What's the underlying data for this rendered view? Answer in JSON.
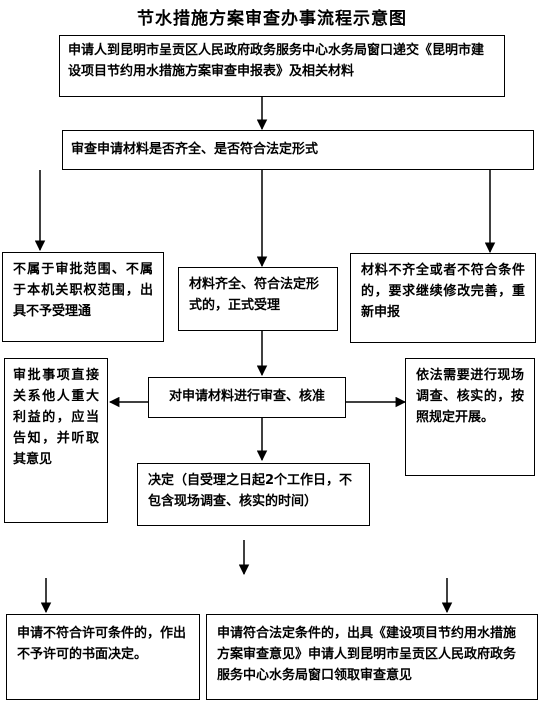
{
  "title": "节水措施方案审查办事流程示意图",
  "steps": {
    "submit": "申请人到昆明市呈贡区人民政府政务服务中心水务局窗口递交《昆明市建设项目节约用水措施方案审查申报表》及相关材料",
    "check_materials": "审查申请材料是否齐全、是否符合法定形式",
    "not_in_scope": "不属于审批范围、不属于本机关职权范围，出具不予受理通",
    "formal_accept": "材料齐全、符合法定形式的，正式受理",
    "incomplete": "材料不齐全或者不符合条件的，要求继续修改完善，重新申报",
    "review": "对申请材料进行审查、核准",
    "major_interest": "审批事项直接关系他人重大利益的，应当告知，并听取其意见",
    "site_survey": "依法需要进行现场调查、核实的，按照规定开展。",
    "decision": "决定（自受理之日起2个工作日，不包含现场调查、核实的时间）",
    "reject": "申请不符合许可条件的，作出不予许可的书面决定。",
    "approve": "申请符合法定条件的，出具《建设项目节约用水措施方案审查意见》申请人到昆明市呈贡区人民政府政务服务中心水务局窗口领取审查意见"
  }
}
